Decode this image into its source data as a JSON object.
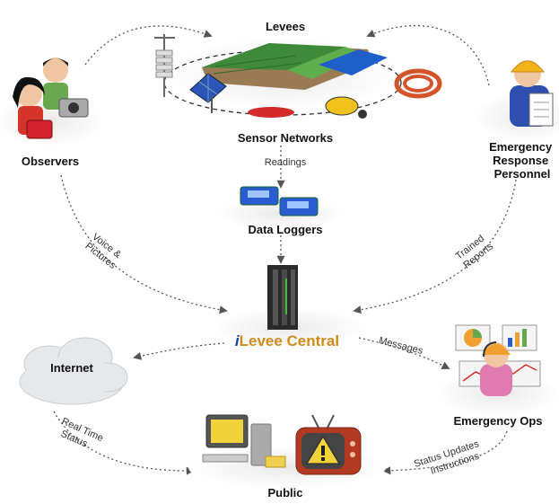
{
  "nodes": {
    "levees": "Levees",
    "sensor_networks": "Sensor Networks",
    "observers": "Observers",
    "emergency_response": [
      "Emergency",
      "Response",
      "Personnel"
    ],
    "data_loggers": "Data Loggers",
    "central_i": "i",
    "central_rest": "Levee Central",
    "internet": "Internet",
    "emergency_ops": "Emergency Ops",
    "public": "Public"
  },
  "edges": {
    "readings": "Readings",
    "voice_pictures": [
      "Voice &",
      "Pictures"
    ],
    "trained_reports": [
      "Trained",
      "Reports"
    ],
    "messages": "Messages",
    "real_time_status": [
      "Real Time",
      "Status"
    ],
    "status_updates_instructions": [
      "Status Updates",
      "Instructions"
    ]
  },
  "colors": {
    "central_i": "#1b3fb0",
    "central_text": "#d08a1a",
    "arrow": "#555555"
  }
}
